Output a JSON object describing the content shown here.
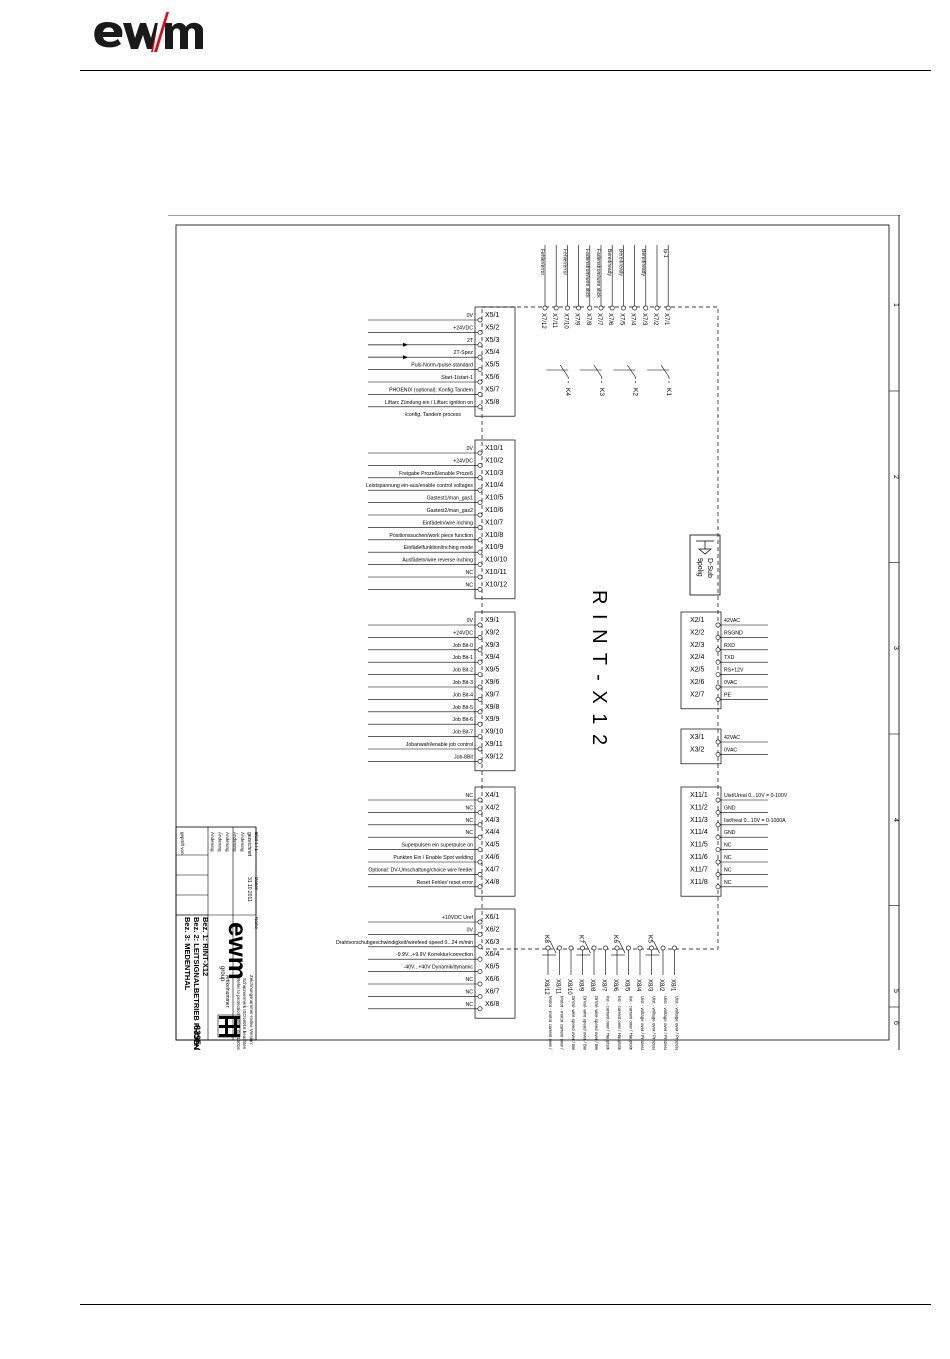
{
  "header": {
    "brand": "ewm"
  },
  "page": {
    "number": ""
  },
  "diagram": {
    "title": "R I N T - X 1 2",
    "dsub": {
      "title": "D-Sub",
      "subtitle": "9polig"
    },
    "column_markers": [
      "1",
      "2",
      "3",
      "4",
      "5",
      "6"
    ],
    "top_relays": [
      "K4",
      "K3",
      "K2",
      "K1"
    ],
    "bottom_relays": [
      "K8",
      "K7",
      "K6",
      "K5"
    ],
    "left_blocks": [
      {
        "terms": [
          "X5/1",
          "X5/2",
          "X5/3",
          "X5/4",
          "X5/5",
          "X5/6",
          "X5/7",
          "X5/8"
        ],
        "labels": [
          "0V",
          "+24VDC",
          "2T",
          "2T-Spez",
          "Puls-Norm./pulse-standard",
          "Start-1/start-1",
          "PHOENIX (optional): Konfig.Tandem",
          "Liftarc Zündung ein / Liftarc ignition on"
        ],
        "extra": "/config. Tandem process"
      },
      {
        "terms": [
          "X10/1",
          "X10/2",
          "X10/3",
          "X10/4",
          "X10/5",
          "X10/6",
          "X10/7",
          "X10/8",
          "X10/9",
          "X10/10",
          "X10/11",
          "X10/12"
        ],
        "labels": [
          "0V",
          "+24VDC",
          "Freigabe Prozeß/enable Prozeß",
          "Leistspannung ein-aus/enable control voltages",
          "Gastest1/man_gas1",
          "Gastest2/man_gas2",
          "Einfädeln/wire inching",
          "Positionssuchen/work piece function",
          "Einfädelfunktion/inching mode",
          "Ausfädeln/wire reverse inching",
          "NC",
          "NC"
        ],
        "extra": ""
      },
      {
        "terms": [
          "X9/1",
          "X9/2",
          "X9/3",
          "X9/4",
          "X9/5",
          "X9/6",
          "X9/7",
          "X9/8",
          "X9/9",
          "X9/10",
          "X9/11",
          "X9/12"
        ],
        "labels": [
          "0V",
          "+24VDC",
          "Job Bit-0",
          "Job Bit-1",
          "Job Bit-2",
          "Job Bit-3",
          "Job Bit-4",
          "Job Bit-5",
          "Job Bit-6",
          "Job Bit-7",
          "Jobanwahl/enable job control",
          "Job-8Bit"
        ],
        "extra": ""
      },
      {
        "terms": [
          "X4/1",
          "X4/2",
          "X4/3",
          "X4/4",
          "X4/5",
          "X4/6",
          "X4/7",
          "X4/8"
        ],
        "labels": [
          "NC",
          "NC",
          "NC",
          "NC",
          "Superpulsen ein superpulse on",
          "Punkten Ein / Enable Spot welding",
          "Optional: DV-Umschaltung/choice wire feeder",
          "Reset Fehler/ reset error"
        ],
        "extra": ""
      },
      {
        "terms": [
          "X6/1",
          "X6/2",
          "X6/3",
          "X6/4",
          "X6/5",
          "X6/6",
          "X6/7",
          "X6/8"
        ],
        "labels": [
          "+10VDC Uref",
          "0V",
          "Drahtvorschubgeschwindigkeit/wirefeed speed 0...24 m/min",
          "-9.9V...+9.9V  Korrektur/correction",
          "-40V...+40V   Dynamik/dynamic",
          "NC",
          "NC",
          "NC"
        ],
        "extra": ""
      }
    ],
    "right_blocks": [
      {
        "terms": [
          "X2/1",
          "X2/2",
          "X2/3",
          "X2/4",
          "X2/5",
          "X2/6",
          "X2/7"
        ],
        "labels": [
          "42VAC",
          "RSGND",
          "RXD",
          "TXD",
          "RS+12V",
          "0VAC",
          "PE"
        ]
      },
      {
        "terms": [
          "X3/1",
          "X3/2"
        ],
        "labels": [
          "42VAC",
          "0VAC"
        ]
      },
      {
        "terms": [
          "X11/1",
          "X11/2",
          "X11/3",
          "X11/4",
          "X11/5",
          "X11/6",
          "X11/7",
          "X11/8"
        ],
        "labels": [
          "Uist/Ureal  0...10V = 0-100V",
          "GND",
          "Iist/Ireal 0...10V = 0-1000A",
          "GND",
          "NC",
          "NC",
          "NC",
          "NC"
        ]
      }
    ],
    "top_terms": {
      "terms": [
        "X7/12",
        "X7/11",
        "X7/10",
        "X7/9",
        "X7/8",
        "X7/7",
        "X7/6",
        "X7/5",
        "X7/4",
        "X7/3",
        "X7/2",
        "X7/1"
      ],
      "labels": [
        "Fehler/error",
        "",
        "Fehler/error",
        "",
        "Fadenstrom/wire stick",
        "Fadenstrom/wire stick",
        "Bereit/ready",
        "Bereit/ready",
        "",
        "Bereit/ready",
        "",
        "Ip-1"
      ]
    },
    "bottom_terms": {
      "terms": [
        "X8/12",
        "X8/11",
        "X8/10",
        "X8/9",
        "X8/8",
        "X8/7",
        "X8/6",
        "X8/5",
        "X8/4",
        "X8/3",
        "X8/2",
        "X8/1"
      ],
      "labels": [
        "Motor - motor current over / (GR0-HU-Bb - (GR0 pilot arc",
        "Motor - motor current over / (GR0-HU-Bb - (GR0 pilot arc",
        "DrVal- wire speed over / Berührung Werkstück - touch workpiece",
        "DrVal- wire speed over / Berührung Werkstück - touch workpiece",
        "DrVal- wire speed over / Berührung Werkstück - touch workpiece",
        "Iist - current over / Hauptstrom - main current",
        "Iist - current over / Hauptstrom - main current",
        "Iist - current over / Hauptstrom - main current",
        "Uist - voltage over / Prozess aktiv - process active",
        "Uist - voltage over / Prozess aktiv - process active",
        "Uist - voltage over / Prozess aktiv - process active",
        "Uist - voltage over / Prozess aktiv - process active"
      ]
    },
    "title_block": {
      "brand": "ewm",
      "group": "group",
      "protection": "Schutzvermerk ISO16016 beachten",
      "protection_en": "Refer to protection notice ISO16016",
      "bez1": "Bez. 1:  RINT-X12",
      "bez2": "Bez. 2:  LEITSIGNALBETRIEB PHOENIX",
      "bez3": "Bez. 3:  MEDENTHAL",
      "drawing_no": "6395-0-B",
      "art_label": "Artikelnummer:",
      "zeich_label": "Zeichnungsnummer-Index-Version:",
      "date": "31.10.2011",
      "drawn_label": "gezeichnet",
      "status_rows": [
        "Änderung",
        "Änderung",
        "Änderung",
        "Änderung",
        "Änderung"
      ],
      "checked": "geprüft von",
      "sheet": "Blatt 1 / 1",
      "col_datum": "Datum",
      "col_name": "Name"
    }
  }
}
